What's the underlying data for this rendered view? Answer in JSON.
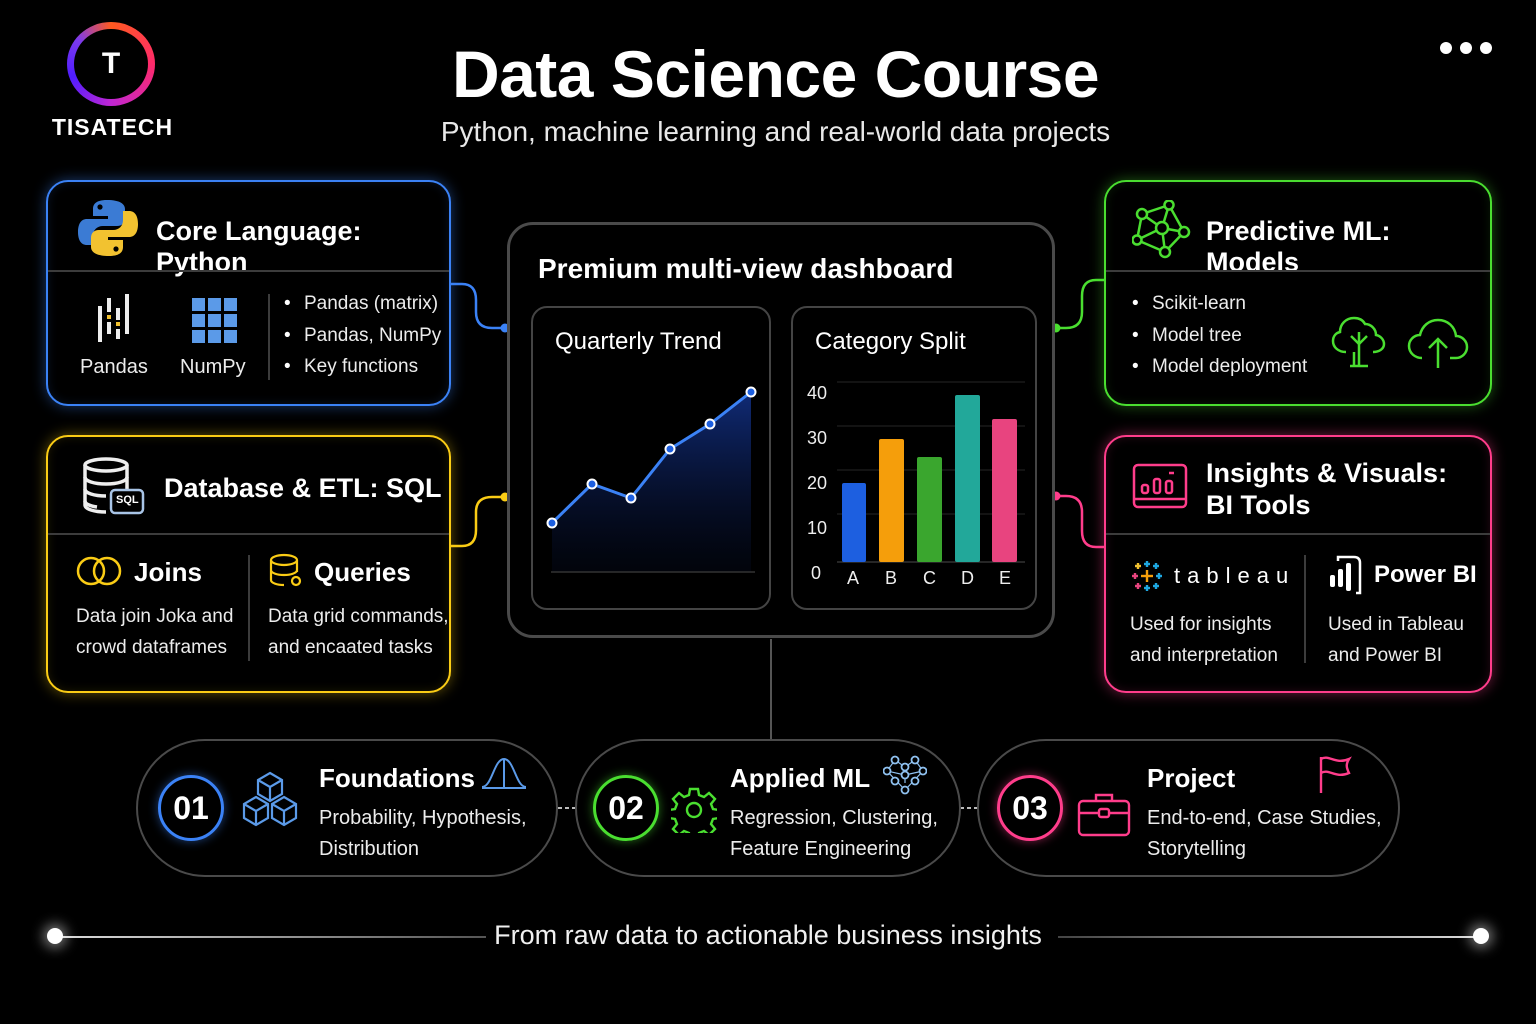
{
  "brand": {
    "logo_letter": "T",
    "name": "TISATECH"
  },
  "header": {
    "title": "Data Science Course",
    "subtitle": "Python, machine learning and real-world data projects",
    "more_menu_icon": "more-horizontal-icon"
  },
  "colors": {
    "blue": "#3b82f6",
    "yellow": "#facc15",
    "green": "#4ade30",
    "pink": "#ff3d8b",
    "teal": "#22a89a",
    "orange": "#f59e0b"
  },
  "cards": {
    "python": {
      "title": "Core Language: Python",
      "icon": "python-logo-icon",
      "libs": [
        {
          "label": "Pandas",
          "icon": "pandas-icon"
        },
        {
          "label": "NumPy",
          "icon": "numpy-grid-icon"
        }
      ],
      "bullets": [
        "Pandas (matrix)",
        "Pandas, NumPy",
        "Key functions"
      ]
    },
    "sql": {
      "title": "Database & ETL: SQL",
      "icon": "database-sql-icon",
      "icon_badge": "SQL",
      "columns": [
        {
          "title": "Joins",
          "icon": "venn-join-icon",
          "lines": [
            "Data join Joka and",
            "crowd dataframes"
          ]
        },
        {
          "title": "Queries",
          "icon": "database-query-icon",
          "lines": [
            "Data grid commands,",
            "and encaated tasks"
          ]
        }
      ]
    },
    "ml": {
      "title": "Predictive ML: Models",
      "icon": "network-graph-icon",
      "bullets": [
        "Scikit-learn",
        "Model tree",
        "Model deployment"
      ],
      "side_icons": [
        "tree-icon",
        "cloud-upload-icon"
      ]
    },
    "bi": {
      "title_line1": "Insights & Visuals:",
      "title_line2": "BI Tools",
      "icon": "bar-chart-monitor-icon",
      "columns": [
        {
          "brand": "tableau",
          "icon": "tableau-logo-icon",
          "lines": [
            "Used for insights",
            "and interpretation"
          ]
        },
        {
          "brand": "Power BI",
          "icon": "powerbi-logo-icon",
          "lines": [
            "Used in Tableau",
            "and Power BI"
          ]
        }
      ]
    }
  },
  "dashboard": {
    "title": "Premium multi-view dashboard",
    "line_panel_title": "Quarterly Trend",
    "bar_panel_title": "Category Split",
    "y_ticks": [
      "40",
      "30",
      "20",
      "10",
      "0"
    ],
    "categories": [
      "A",
      "B",
      "C",
      "D",
      "E"
    ]
  },
  "chart_data": [
    {
      "type": "area",
      "title": "Quarterly Trend",
      "x": [
        1,
        2,
        3,
        4,
        5,
        6
      ],
      "values": [
        10,
        17,
        14,
        25,
        30,
        37
      ],
      "xlabel": "",
      "ylabel": "",
      "grid": false,
      "color": "#3b82f6"
    },
    {
      "type": "bar",
      "title": "Category Split",
      "categories": [
        "A",
        "B",
        "C",
        "D",
        "E"
      ],
      "values": [
        17.5,
        27.5,
        23.5,
        37,
        31.5
      ],
      "colors": [
        "#1d5fe0",
        "#f59e0b",
        "#3aa62e",
        "#22a89a",
        "#e8447f"
      ],
      "ylim": [
        0,
        40
      ],
      "y_ticks": [
        0,
        10,
        20,
        30,
        40
      ],
      "grid": true,
      "xlabel": "",
      "ylabel": ""
    }
  ],
  "steps": [
    {
      "num": "01",
      "title": "Foundations",
      "desc_line1": "Probability, Hypothesis,",
      "desc_line2": "Distribution",
      "icon": "cubes-icon",
      "accent_icon": "bell-curve-icon",
      "color": "#3b82f6"
    },
    {
      "num": "02",
      "title": "Applied ML",
      "desc_line1": "Regression, Clustering,",
      "desc_line2": "Feature Engineering",
      "icon": "gear-icon",
      "accent_icon": "neural-network-icon",
      "color": "#4ade30"
    },
    {
      "num": "03",
      "title": "Project",
      "desc_line1": "End-to-end, Case Studies,",
      "desc_line2": "Storytelling",
      "icon": "briefcase-icon",
      "accent_icon": "flag-icon",
      "color": "#ff3d8b"
    }
  ],
  "footer": {
    "tagline": "From raw data to actionable business insights"
  }
}
